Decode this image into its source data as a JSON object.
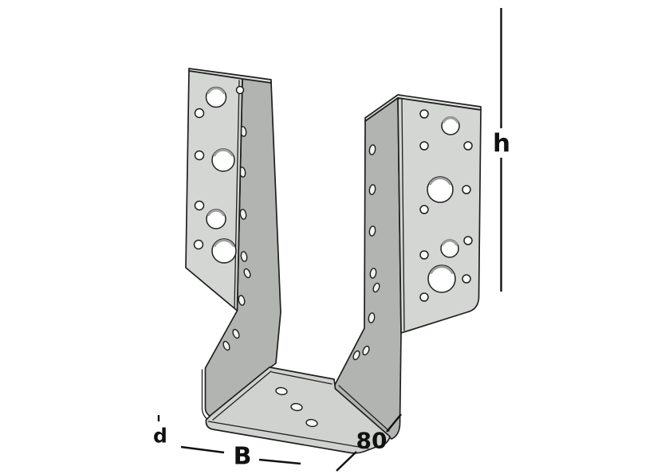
{
  "figure": {
    "name": "joist-hanger",
    "description_icon": "perforated-metal-bracket-illustration"
  },
  "dimensions": {
    "height": {
      "label": "h"
    },
    "width": {
      "label": "B"
    },
    "depth": {
      "label": "80",
      "value": 80
    },
    "thickness": {
      "label": "d"
    }
  },
  "colors": {
    "face_light": "#d4d6d3",
    "face_medium": "#b2b4b1",
    "floor_light": "#d0d2cf",
    "edge_light": "#e0e2e0",
    "outline": "#1f1f1f",
    "dimension": "#111111",
    "background": "#ffffff"
  }
}
